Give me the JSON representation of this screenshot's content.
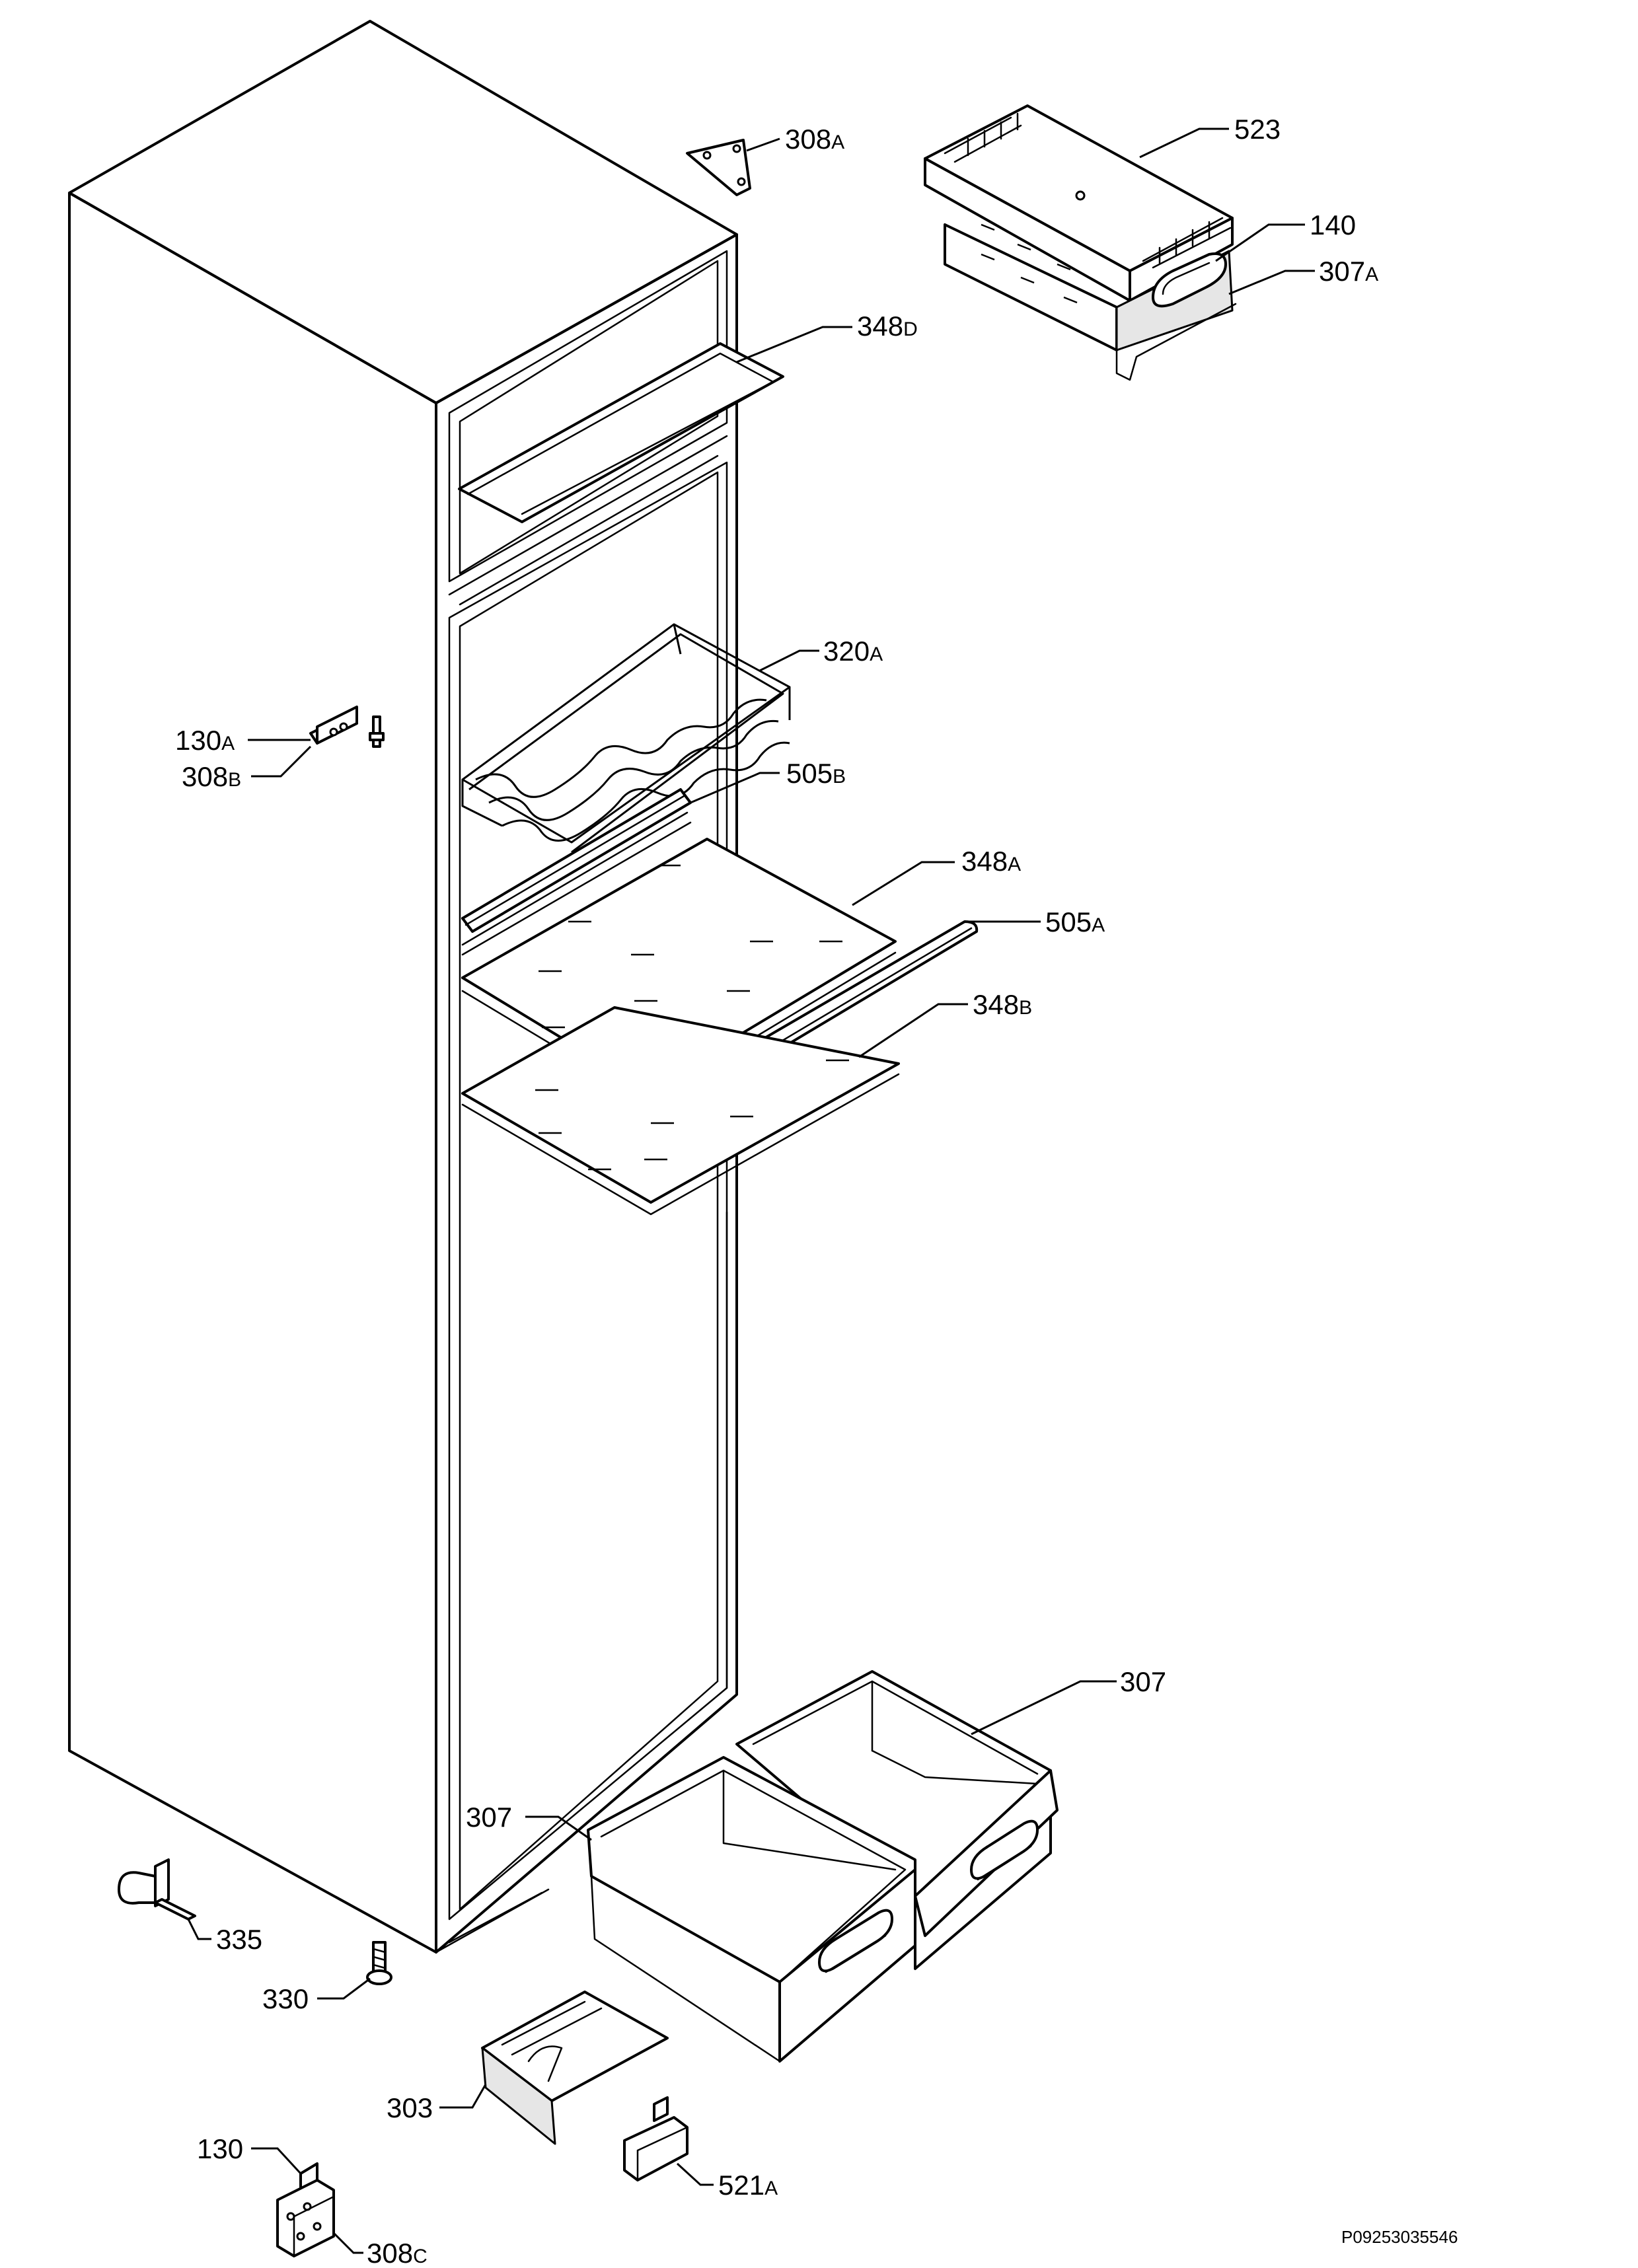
{
  "labels": {
    "p308A": {
      "num": "308",
      "suffix": "A"
    },
    "p523": {
      "num": "523",
      "suffix": ""
    },
    "p140": {
      "num": "140",
      "suffix": ""
    },
    "p307A": {
      "num": "307",
      "suffix": "A"
    },
    "p348D": {
      "num": "348",
      "suffix": "D"
    },
    "p320A": {
      "num": "320",
      "suffix": "A"
    },
    "p130A": {
      "num": "130",
      "suffix": "A"
    },
    "p308B": {
      "num": "308",
      "suffix": "B"
    },
    "p505B": {
      "num": "505",
      "suffix": "B"
    },
    "p348A": {
      "num": "348",
      "suffix": "A"
    },
    "p505A": {
      "num": "505",
      "suffix": "A"
    },
    "p348B": {
      "num": "348",
      "suffix": "B"
    },
    "p307_right": {
      "num": "307",
      "suffix": ""
    },
    "p307_left": {
      "num": "307",
      "suffix": ""
    },
    "p335": {
      "num": "335",
      "suffix": ""
    },
    "p330": {
      "num": "330",
      "suffix": ""
    },
    "p303": {
      "num": "303",
      "suffix": ""
    },
    "p130": {
      "num": "130",
      "suffix": ""
    },
    "p308C": {
      "num": "308",
      "suffix": "C"
    },
    "p521A": {
      "num": "521",
      "suffix": "A"
    }
  },
  "drawing_code": "P09253035546"
}
